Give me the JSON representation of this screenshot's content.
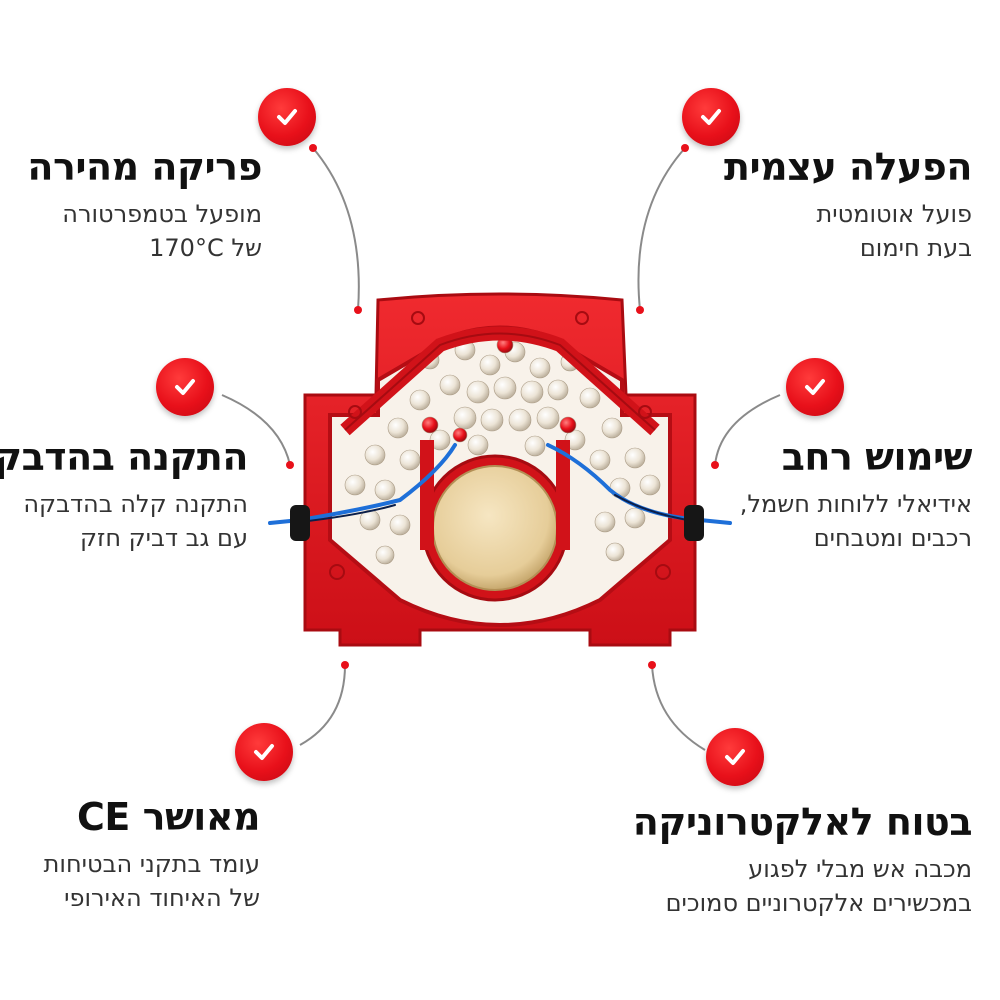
{
  "features": {
    "quick_discharge": {
      "title": "פריקה מהירה",
      "line1": "מופעל בטמפרטורה",
      "line2": "של 170°C",
      "icon": "check-icon"
    },
    "self_activation": {
      "title": "הפעלה עצמית",
      "line1": "פועל אוטומטית",
      "line2": "בעת חימום",
      "icon": "check-icon"
    },
    "adhesive_install": {
      "title": "התקנה בהדבקה",
      "line1": "התקנה קלה בהדבקה",
      "line2": "עם גב דביק חזק",
      "icon": "check-icon"
    },
    "wide_use": {
      "title": "שימוש רחב",
      "line1": "אידיאלי ללוחות חשמל,",
      "line2": "רכבים ומטבחים",
      "icon": "check-icon"
    },
    "ce_approved": {
      "title": "מאושר CE",
      "line1": "עומד בתקני הבטיחות",
      "line2": "של האיחוד האירופי",
      "icon": "check-icon"
    },
    "electronics_safe": {
      "title": "בטוח לאלקטרוניקה",
      "line1": "מכבה אש מבלי לפגוע",
      "line2": "במכשירים אלקטרוניים סמוכים",
      "icon": "check-icon"
    }
  },
  "colors": {
    "accent": "#e8101a",
    "device": "#e3141c",
    "capsule": "#e9d3a5",
    "wire": "#1e6fd8"
  }
}
